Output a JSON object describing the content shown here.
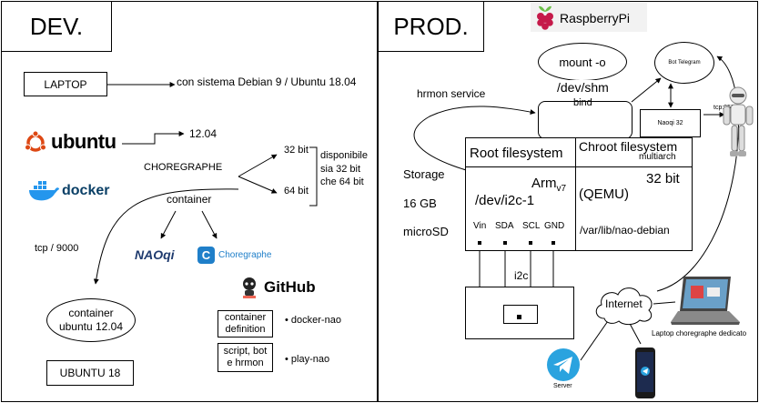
{
  "dev": {
    "title": "DEV.",
    "laptop_label": "LAPTOP",
    "laptop_os": "con sistema Debian 9 / Ubuntu 18.04",
    "ubuntu_logo_text": "ubuntu",
    "ubuntu_version": "12.04",
    "choregraphe": "CHOREGRAPHE",
    "bit32": "32 bit",
    "bit64": "64 bit",
    "availability": [
      "disponibile",
      "sia 32 bit",
      "che 64 bit"
    ],
    "docker_logo_text": "docker",
    "container": "container",
    "tcp_port": "tcp / 9000",
    "naoqi_logo_text": "NAOqi",
    "choregraphe_logo_text": "Choregraphe",
    "github_logo_text": "GitHub",
    "container_ubuntu": [
      "container",
      "ubuntu 12.04"
    ],
    "container_definition": [
      "container",
      "definition"
    ],
    "script_bot": [
      "script, bot",
      "e hrmon"
    ],
    "repo_docker_nao": "• docker-nao",
    "repo_play_nao": "• play-nao",
    "ubuntu18": "UBUNTU 18"
  },
  "prod": {
    "title": "PROD.",
    "raspberry_logo_text": "RaspberryPi",
    "mount": "mount -o",
    "mount_bind": "bind",
    "dev_shm": "/dev/shm",
    "hrmon_service": "hrmon service",
    "bot_telegram": "Bot Telegram",
    "tcp_9559": "tcp:9559",
    "naoqi32": "Naoqi 32",
    "root_fs": "Root filesystem",
    "chroot_fs": "Chroot filesystem",
    "multiarch": "multiarch",
    "armv": "Arm",
    "armv_sub": "v7",
    "bit32": "32 bit",
    "storage": [
      "Storage",
      "16 GB",
      "microSD"
    ],
    "dev_i2c": "/dev/i2c-1",
    "qemu": "(QEMU)",
    "pins": [
      "Vin",
      "SDA",
      "SCL",
      "GND"
    ],
    "nao_debian": "/var/lib/nao-debian",
    "i2c": "i2c",
    "internet": "Internet",
    "laptop_dedicated": "Laptop choregraphe dedicato",
    "server": "Server"
  },
  "colors": {
    "ubuntu_orange": "#dd4814",
    "docker_blue": "#2496ed",
    "raspberry_red": "#c51a4a",
    "raspberry_green": "#6cc04a",
    "telegram_blue": "#2aa3df",
    "naoqi_navy": "#1e3a6e",
    "choregraphe_blue": "#1f7fc9"
  }
}
